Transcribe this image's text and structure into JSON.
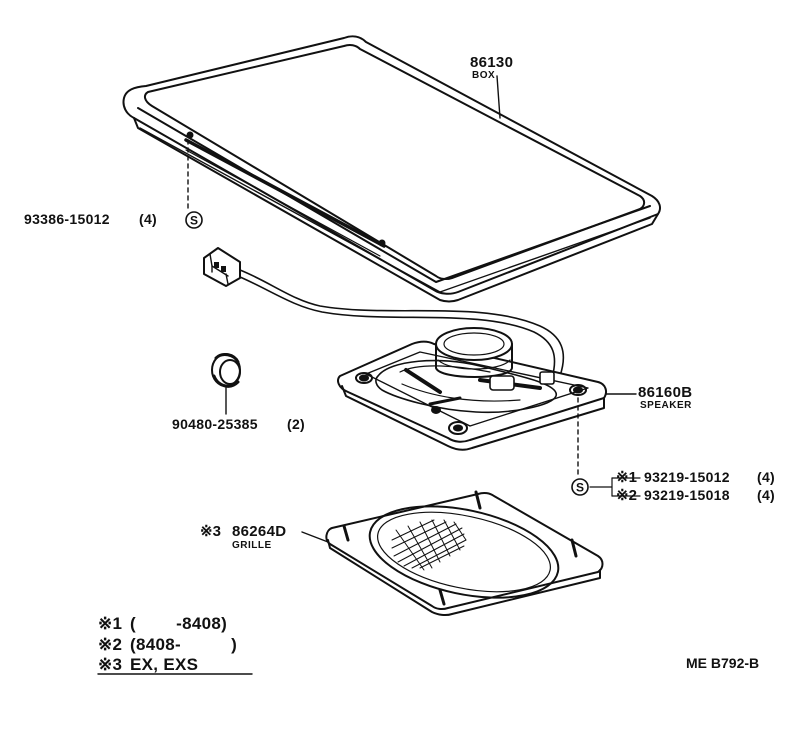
{
  "parts": {
    "box": {
      "number": "86130",
      "name": "BOX"
    },
    "screw_box": {
      "number": "93386-15012",
      "qty": "(4)"
    },
    "grommet": {
      "number": "90480-25385",
      "qty": "(2)"
    },
    "speaker": {
      "number": "86160B",
      "name": "SPEAKER"
    },
    "screw_speaker_1": {
      "marker": "※1",
      "number": "93219-15012",
      "qty": "(4)"
    },
    "screw_speaker_2": {
      "marker": "※2",
      "number": "93219-15018",
      "qty": "(4)"
    },
    "grille": {
      "marker": "※3",
      "number": "86264D",
      "name": "GRILLE"
    }
  },
  "screw_symbol": "S",
  "notes": [
    {
      "marker": "※1",
      "text": "(        -8408)"
    },
    {
      "marker": "※2",
      "text": "(8408-          )"
    },
    {
      "marker": "※3",
      "text": "EX, EXS"
    }
  ],
  "diagram_code": "ME B792-B"
}
